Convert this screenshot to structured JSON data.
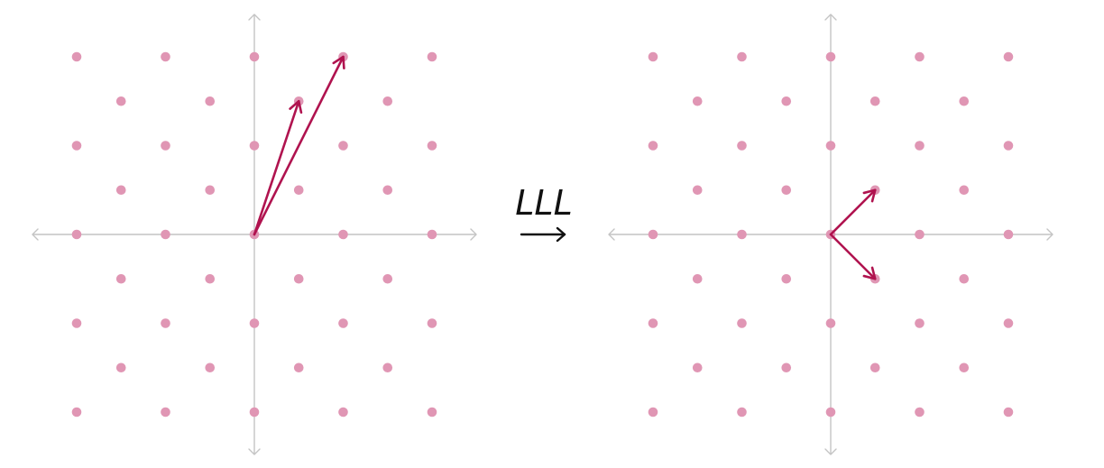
{
  "colors": {
    "lattice_point": "#e096b4",
    "basis_vector": "#b0134f",
    "axis": "#c4c4c4",
    "operator_text": "#111111"
  },
  "transform": {
    "label": "LLL",
    "arrow_icon": "long-right-arrow-icon"
  },
  "lattice": {
    "x_range": [
      -2,
      2
    ],
    "y_range": [
      -2,
      2
    ],
    "generators": [
      [
        1,
        0
      ],
      [
        0.5,
        0.5
      ]
    ]
  },
  "panels": [
    {
      "id": "before",
      "basis_vectors": [
        [
          0.5,
          1.5
        ],
        [
          1,
          2
        ]
      ]
    },
    {
      "id": "after",
      "basis_vectors": [
        [
          0.5,
          0.5
        ],
        [
          0.5,
          -0.5
        ]
      ]
    }
  ]
}
